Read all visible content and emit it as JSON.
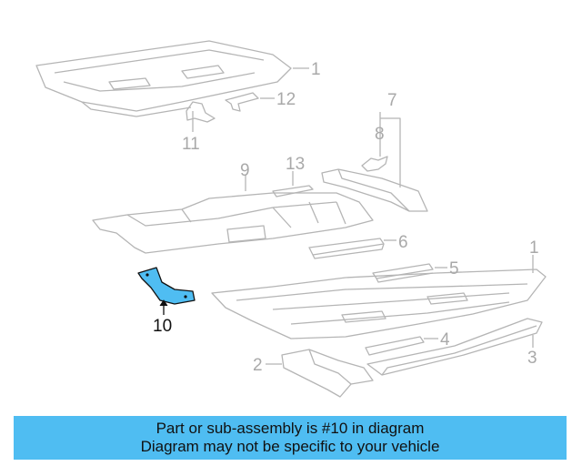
{
  "callouts": {
    "c1a": "1",
    "c12": "12",
    "c11": "11",
    "c7": "7",
    "c8": "8",
    "c9": "9",
    "c13": "13",
    "c6": "6",
    "c1b": "1",
    "c5": "5",
    "c10": "10",
    "c4": "4",
    "c2": "2",
    "c3": "3"
  },
  "banner": {
    "line1": "Part or sub-assembly is #10 in diagram",
    "line2": "Diagram may not be specific to your vehicle"
  },
  "colors": {
    "highlight_part": "#4fbdf2",
    "banner": "#4fbdf2",
    "line_art": "#b5b5b5"
  }
}
